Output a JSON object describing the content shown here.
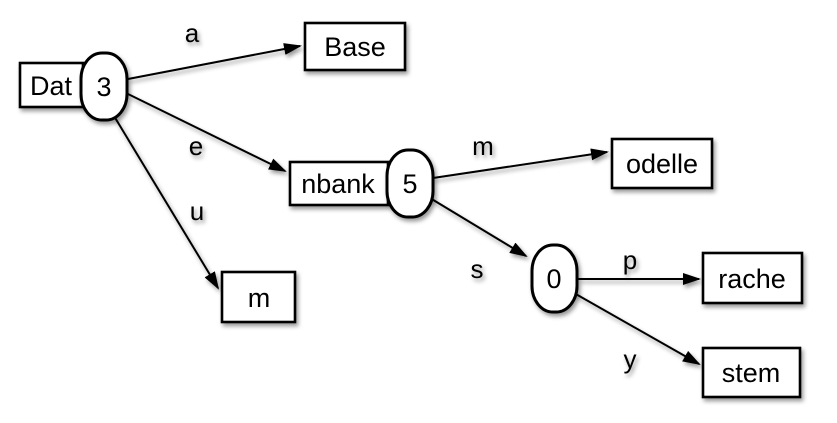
{
  "colors": {
    "background": "#ffffff",
    "shape_fill": "#ffffff",
    "stroke": "#000000",
    "shadow": "rgba(0,0,0,0.40)"
  },
  "diagram": {
    "type": "radix-tree",
    "nodes": [
      {
        "id": "dat",
        "shape": "rect",
        "label": "Dat"
      },
      {
        "id": "node3",
        "shape": "oval",
        "label": "3"
      },
      {
        "id": "base",
        "shape": "rect",
        "label": "Base"
      },
      {
        "id": "nbank",
        "shape": "rect",
        "label": "nbank"
      },
      {
        "id": "node5",
        "shape": "oval",
        "label": "5"
      },
      {
        "id": "odelle",
        "shape": "rect",
        "label": "odelle"
      },
      {
        "id": "m",
        "shape": "rect",
        "label": "m"
      },
      {
        "id": "node0",
        "shape": "oval",
        "label": "0"
      },
      {
        "id": "rache",
        "shape": "rect",
        "label": "rache"
      },
      {
        "id": "stem",
        "shape": "rect",
        "label": "stem"
      }
    ],
    "edges": [
      {
        "label": "a",
        "from": "node3",
        "to": "base"
      },
      {
        "label": "e",
        "from": "node3",
        "to": "nbank"
      },
      {
        "label": "u",
        "from": "node3",
        "to": "m"
      },
      {
        "label": "m",
        "from": "node5",
        "to": "odelle"
      },
      {
        "label": "s",
        "from": "node5",
        "to": "node0"
      },
      {
        "label": "p",
        "from": "node0",
        "to": "rache"
      },
      {
        "label": "y",
        "from": "node0",
        "to": "stem"
      }
    ]
  }
}
